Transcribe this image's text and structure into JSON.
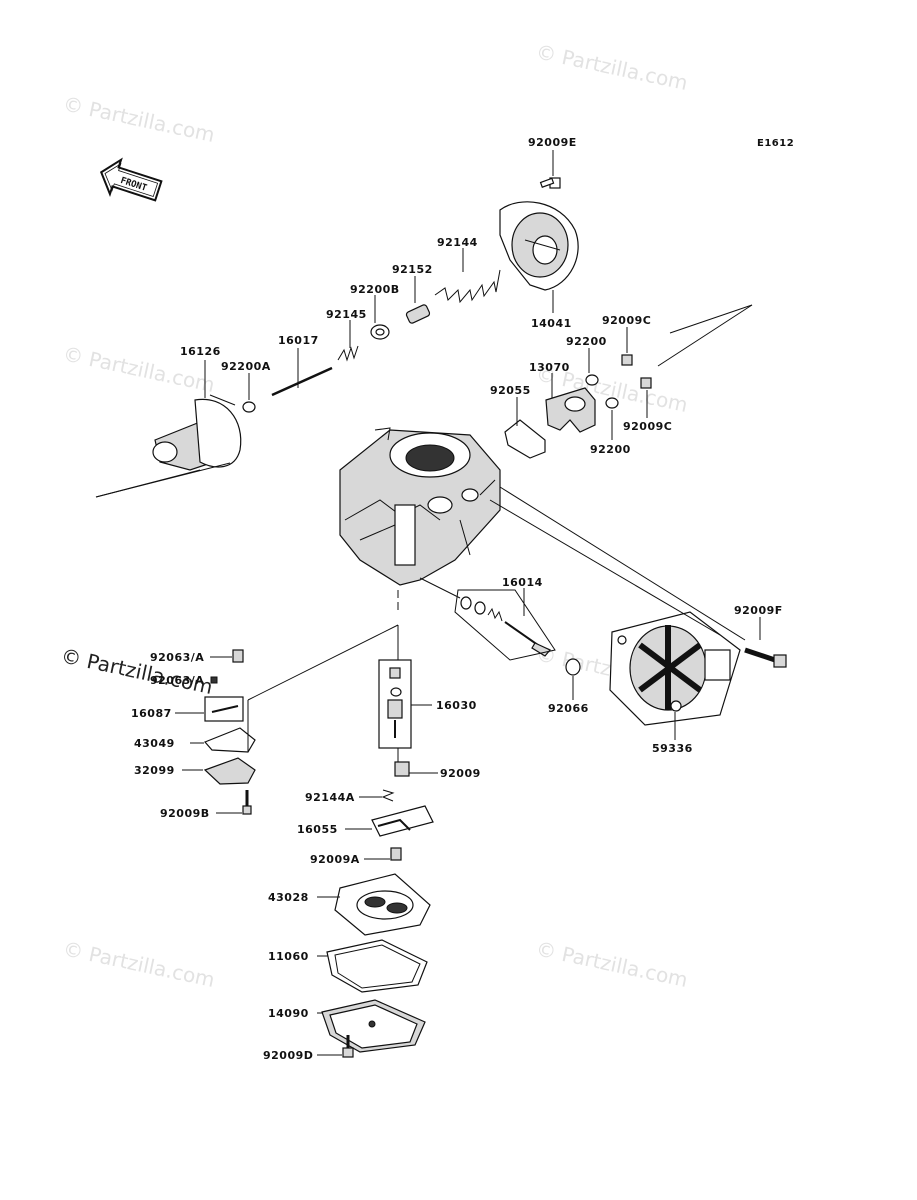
{
  "diagram_code": "E1612",
  "front_arrow_text": "FRONT",
  "watermarks": [
    "© Partzilla.com",
    "© Partzilla.com",
    "© Partzilla.com",
    "© Partzilla.com",
    "© Partzilla.com",
    "© Partzilla.com",
    "© Partzilla.com"
  ],
  "watermark_prominent": "© Partzilla.com",
  "labels": {
    "p92009E": "92009E",
    "p92144": "92144",
    "p92152": "92152",
    "p92200B": "92200B",
    "p92145": "92145",
    "p16017": "16017",
    "p16126": "16126",
    "p92200A": "92200A",
    "p14041": "14041",
    "p92009C_top": "92009C",
    "p92200_top": "92200",
    "p13070": "13070",
    "p92055": "92055",
    "p92009C_bot": "92009C",
    "p92200_bot": "92200",
    "p16014": "16014",
    "p92009F": "92009F",
    "p92063A": "92063/A",
    "p92063A_2": "92063/A",
    "p16087": "16087",
    "p43049": "43049",
    "p32099": "32099",
    "p92009B": "92009B",
    "p16030": "16030",
    "p92066": "92066",
    "p59336": "59336",
    "p92009": "92009",
    "p92144A": "92144A",
    "p16055": "16055",
    "p92009A": "92009A",
    "p43028": "43028",
    "p11060": "11060",
    "p14090": "14090",
    "p92009D": "92009D"
  }
}
